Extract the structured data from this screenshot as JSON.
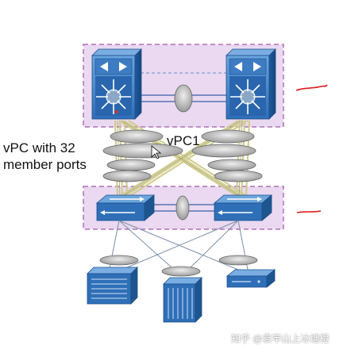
{
  "title_lines": [
    "vPC with 32",
    "member ports"
  ],
  "vpc_label": "vPC1",
  "watermark": "知乎 @袁牢山上冰塘橙",
  "colors": {
    "domain_fill": "#e8d8f0",
    "domain_border": "#b070b8",
    "switch_blue": "#2f6fb8",
    "link_yellow": "#d8d49a",
    "annotation_red": "#e01818"
  },
  "icons": {
    "core_switch": "layer3-switch-icon",
    "access_switch": "workgroup-switch-icon",
    "server_left": "blade-server-icon",
    "server_middle": "server-rack-icon",
    "server_right": "appliance-icon"
  }
}
